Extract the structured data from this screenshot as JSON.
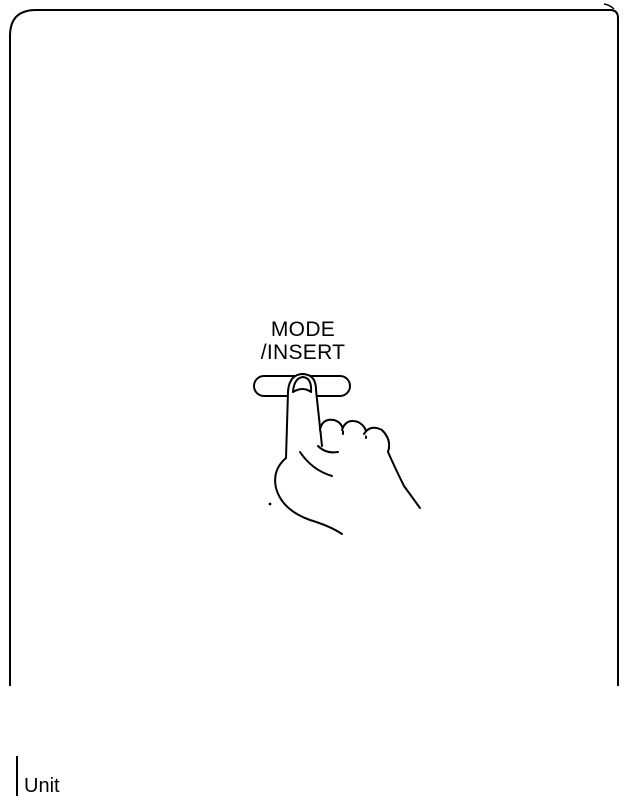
{
  "button": {
    "label_line1": "MODE",
    "label_line2": "/INSERT"
  },
  "footer": {
    "unit_label": "Unit"
  },
  "icons": {
    "hand": "pointing-hand-icon"
  },
  "colors": {
    "line": "#000000",
    "background": "#ffffff"
  }
}
